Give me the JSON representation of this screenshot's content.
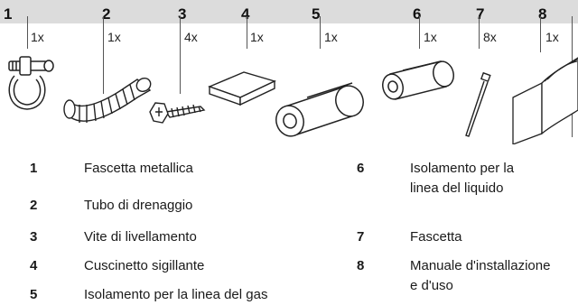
{
  "parts": [
    {
      "number": "1",
      "quantity": "1x",
      "name": "Fascetta metallica",
      "icon": "metal-clamp-icon"
    },
    {
      "number": "2",
      "quantity": "1x",
      "name": "Tubo di drenaggio",
      "icon": "drain-hose-icon"
    },
    {
      "number": "3",
      "quantity": "4x",
      "name": "Vite di livellamento",
      "icon": "leveling-screw-icon"
    },
    {
      "number": "4",
      "quantity": "1x",
      "name": "Cuscinetto sigillante",
      "icon": "sealing-pad-icon"
    },
    {
      "number": "5",
      "quantity": "1x",
      "name": "Isolamento per la linea del gas",
      "icon": "gas-line-insulation-icon"
    },
    {
      "number": "6",
      "quantity": "1x",
      "name": "Isolamento per la linea del liquido",
      "icon": "liquid-line-insulation-icon"
    },
    {
      "number": "7",
      "quantity": "8x",
      "name": "Fascetta",
      "icon": "cable-tie-icon"
    },
    {
      "number": "8",
      "quantity": "1x",
      "name": "Manuale d'installazione e d'uso",
      "icon": "manual-icon"
    }
  ],
  "colors": {
    "header_bar": "#dcdcdc",
    "text": "#1a1a1a"
  }
}
